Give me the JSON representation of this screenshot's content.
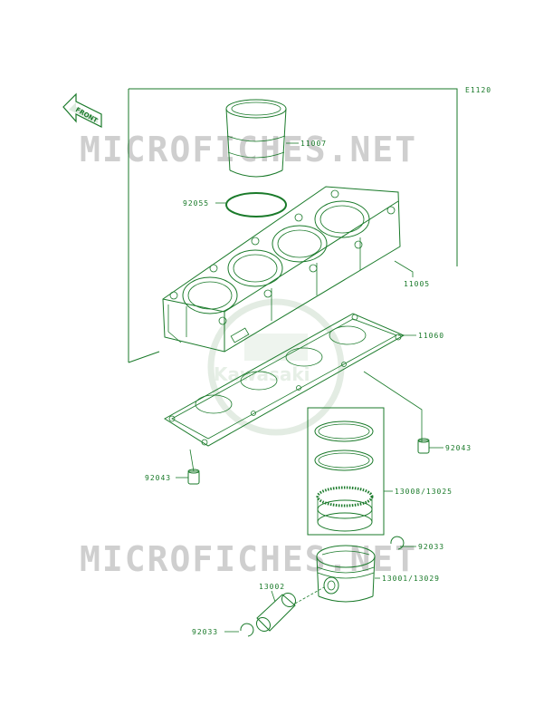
{
  "diagram_code": "E1120",
  "front_label": "FRONT",
  "watermark_text": "MICROFICHES.NET",
  "logo_text": "Kawasaki",
  "colors": {
    "line": "#1a7a2a",
    "watermark": "#cfcfcf"
  },
  "parts": [
    {
      "id": "liner",
      "number": "11007"
    },
    {
      "id": "oring",
      "number": "92055"
    },
    {
      "id": "cylinder",
      "number": "11005"
    },
    {
      "id": "gasket",
      "number": "11060"
    },
    {
      "id": "dowel-right",
      "number": "92043"
    },
    {
      "id": "dowel-left",
      "number": "92043"
    },
    {
      "id": "rings",
      "number": "13008/13025"
    },
    {
      "id": "clip-top",
      "number": "92033"
    },
    {
      "id": "piston",
      "number": "13001/13029"
    },
    {
      "id": "pin",
      "number": "13002"
    },
    {
      "id": "clip-bottom",
      "number": "92033"
    }
  ]
}
